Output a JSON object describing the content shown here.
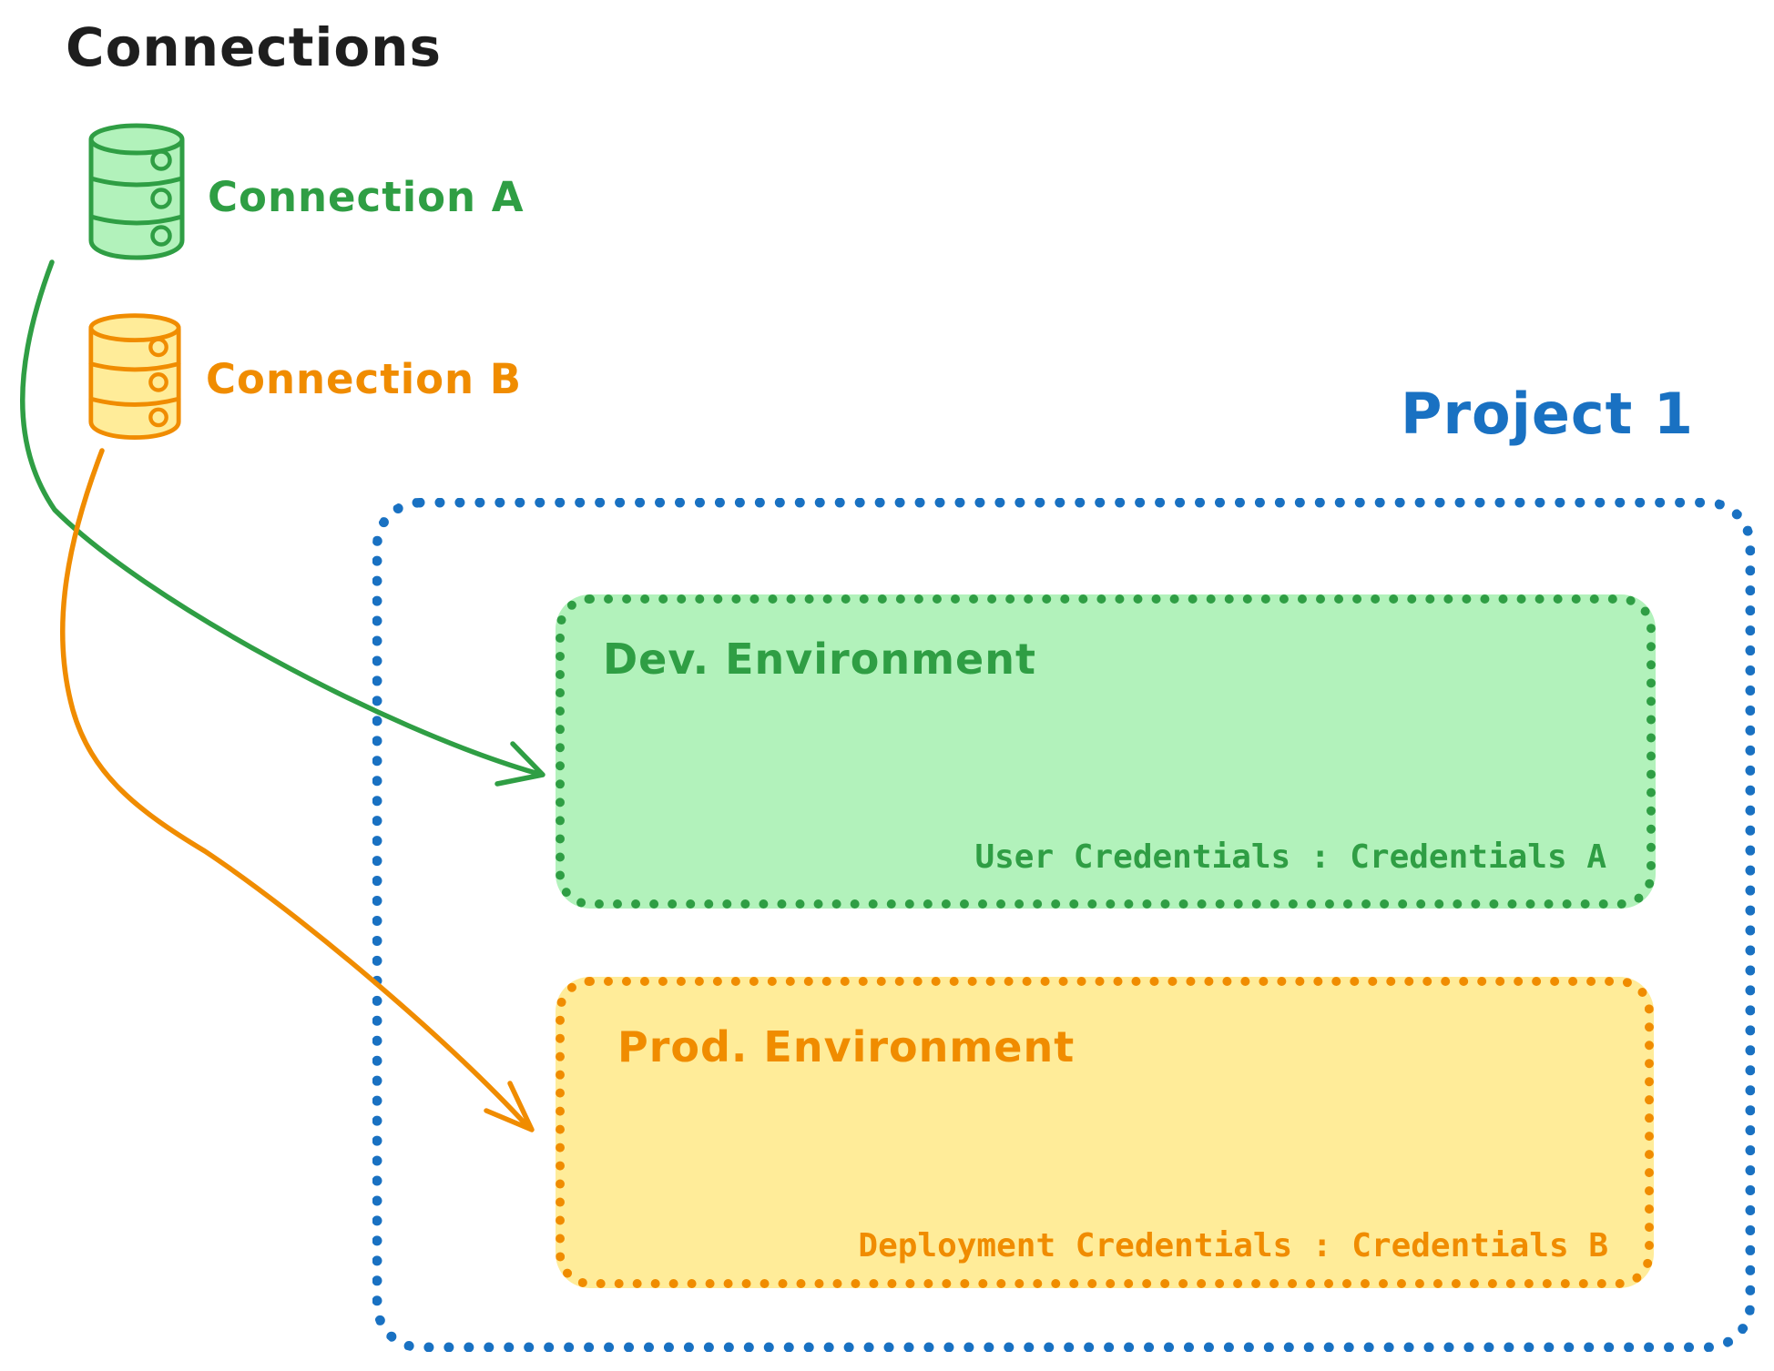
{
  "diagram": {
    "title": "Connections",
    "colors": {
      "green_stroke": "#2f9e44",
      "green_fill": "#b2f2bb",
      "orange_stroke": "#f08c00",
      "orange_fill": "#ffec99",
      "blue": "#1971c2",
      "title_text": "#1e1e1e"
    },
    "connections": [
      {
        "id": "connection-a",
        "label": "Connection A",
        "icon": "database-icon",
        "color": "#2f9e44"
      },
      {
        "id": "connection-b",
        "label": "Connection B",
        "icon": "database-icon",
        "color": "#f08c00"
      }
    ],
    "project": {
      "label": "Project 1",
      "color": "#1971c2",
      "environments": [
        {
          "id": "dev-environment",
          "title": "Dev. Environment",
          "credentials": "User Credentials : Credentials A",
          "color": "#2f9e44"
        },
        {
          "id": "prod-environment",
          "title": "Prod. Environment",
          "credentials": "Deployment Credentials : Credentials B",
          "color": "#f08c00"
        }
      ]
    },
    "arrows": [
      {
        "from": "connection-a",
        "to": "dev-environment",
        "color": "#2f9e44"
      },
      {
        "from": "connection-b",
        "to": "prod-environment",
        "color": "#f08c00"
      }
    ]
  }
}
